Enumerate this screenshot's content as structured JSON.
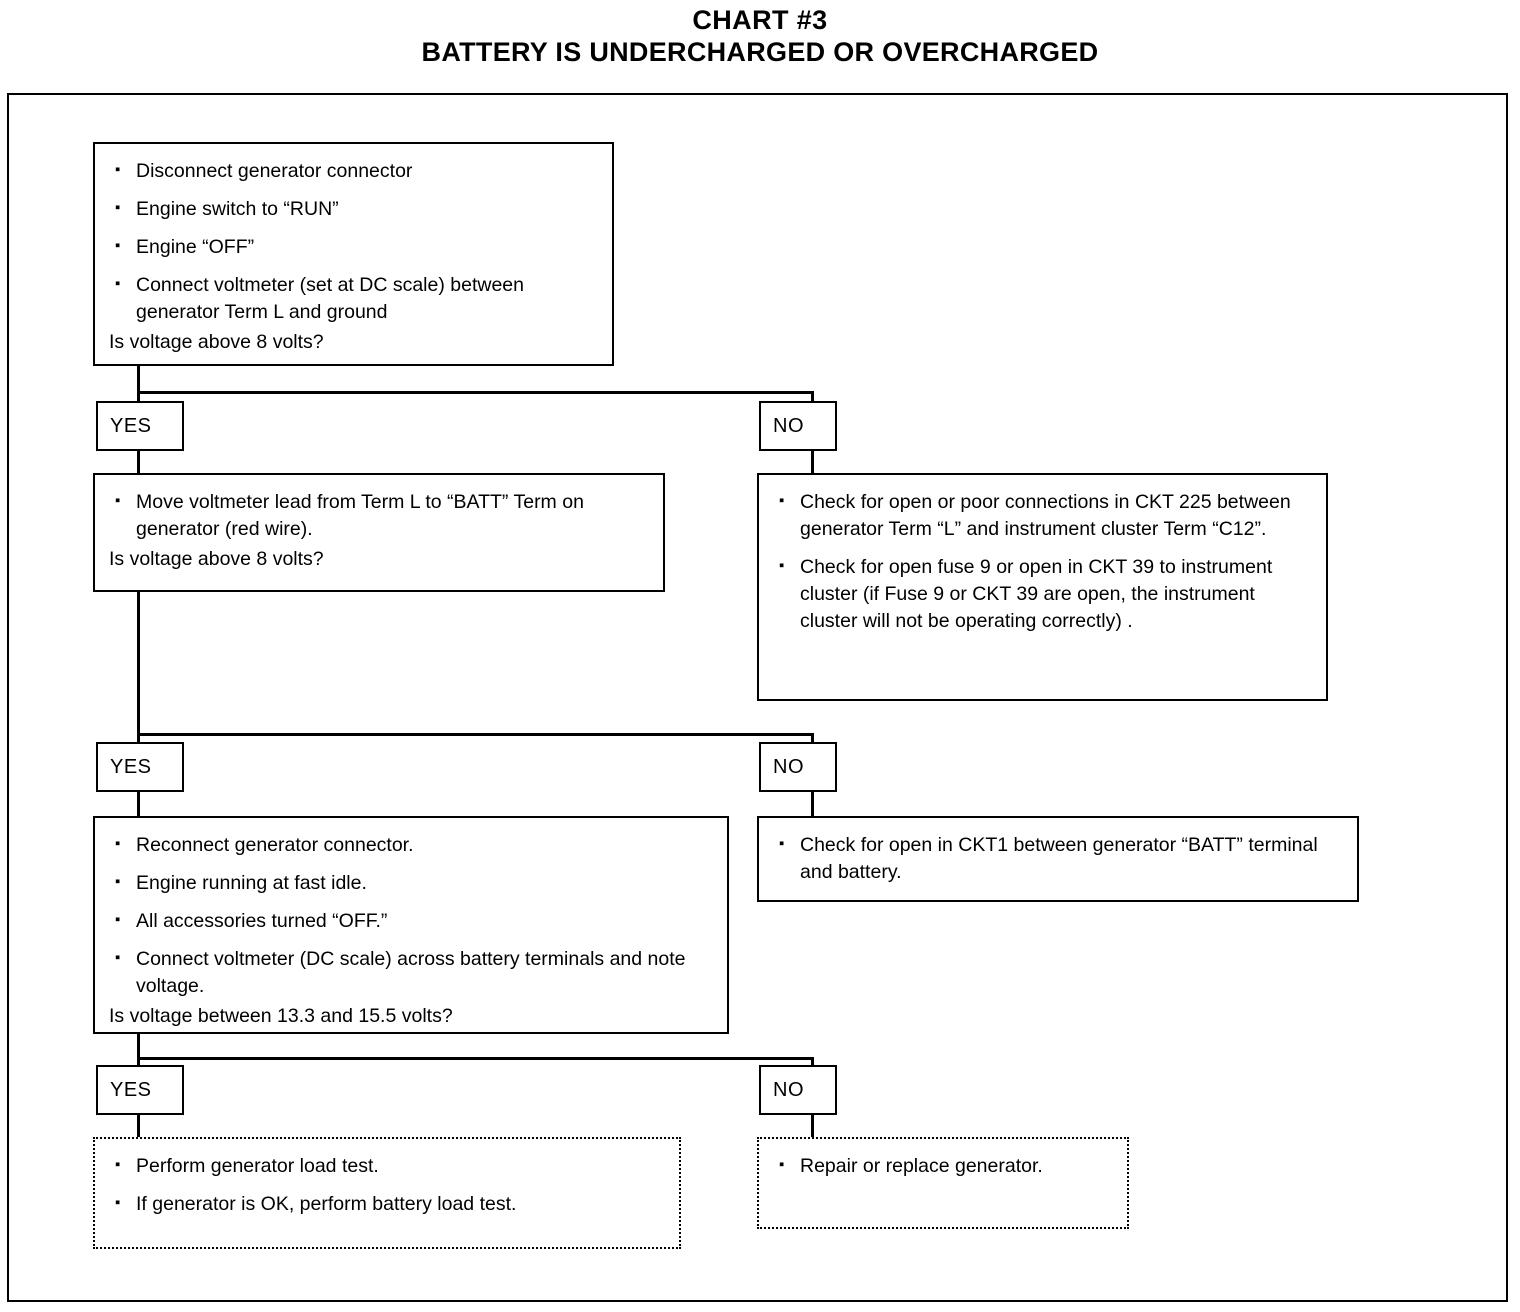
{
  "title": {
    "line1": "CHART #3",
    "line2": "BATTERY IS UNDERCHARGED OR OVERCHARGED"
  },
  "flowchart": {
    "nodes": {
      "step1": {
        "bullets": [
          "Disconnect generator connector",
          "Engine switch to “RUN”",
          "Engine “OFF”",
          "Connect voltmeter (set at DC scale) between generator Term L and ground"
        ],
        "question": "Is voltage above 8 volts?"
      },
      "step2": {
        "bullets": [
          "Move voltmeter lead from Term L to “BATT” Term on generator (red wire)."
        ],
        "question": "Is voltage above 8 volts?"
      },
      "step1_no": {
        "bullets": [
          "Check for open or poor connections in CKT 225 between generator Term “L” and instrument cluster Term “C12”.",
          "Check for open fuse 9 or open in CKT 39 to instrument cluster (if Fuse 9 or CKT 39 are open, the instrument cluster will not be operating correctly) ."
        ]
      },
      "step3": {
        "bullets": [
          "Reconnect generator connector.",
          "Engine running at fast idle.",
          "All accessories turned “OFF.”",
          "Connect voltmeter (DC scale) across battery terminals and note voltage."
        ],
        "question": "Is voltage between 13.3 and 15.5 volts?"
      },
      "step2_no": {
        "bullets": [
          "Check for open in CKT1 between generator “BATT” terminal and battery."
        ]
      },
      "step3_yes": {
        "bullets": [
          "Perform generator load test.",
          "If generator is OK, perform battery load test."
        ]
      },
      "step3_no": {
        "bullets": [
          "Repair or replace generator."
        ]
      }
    },
    "branch_labels": {
      "yes1": "YES",
      "no1": "NO",
      "yes2": "YES",
      "no2": "NO",
      "yes3": "YES",
      "no3": "NO"
    }
  }
}
